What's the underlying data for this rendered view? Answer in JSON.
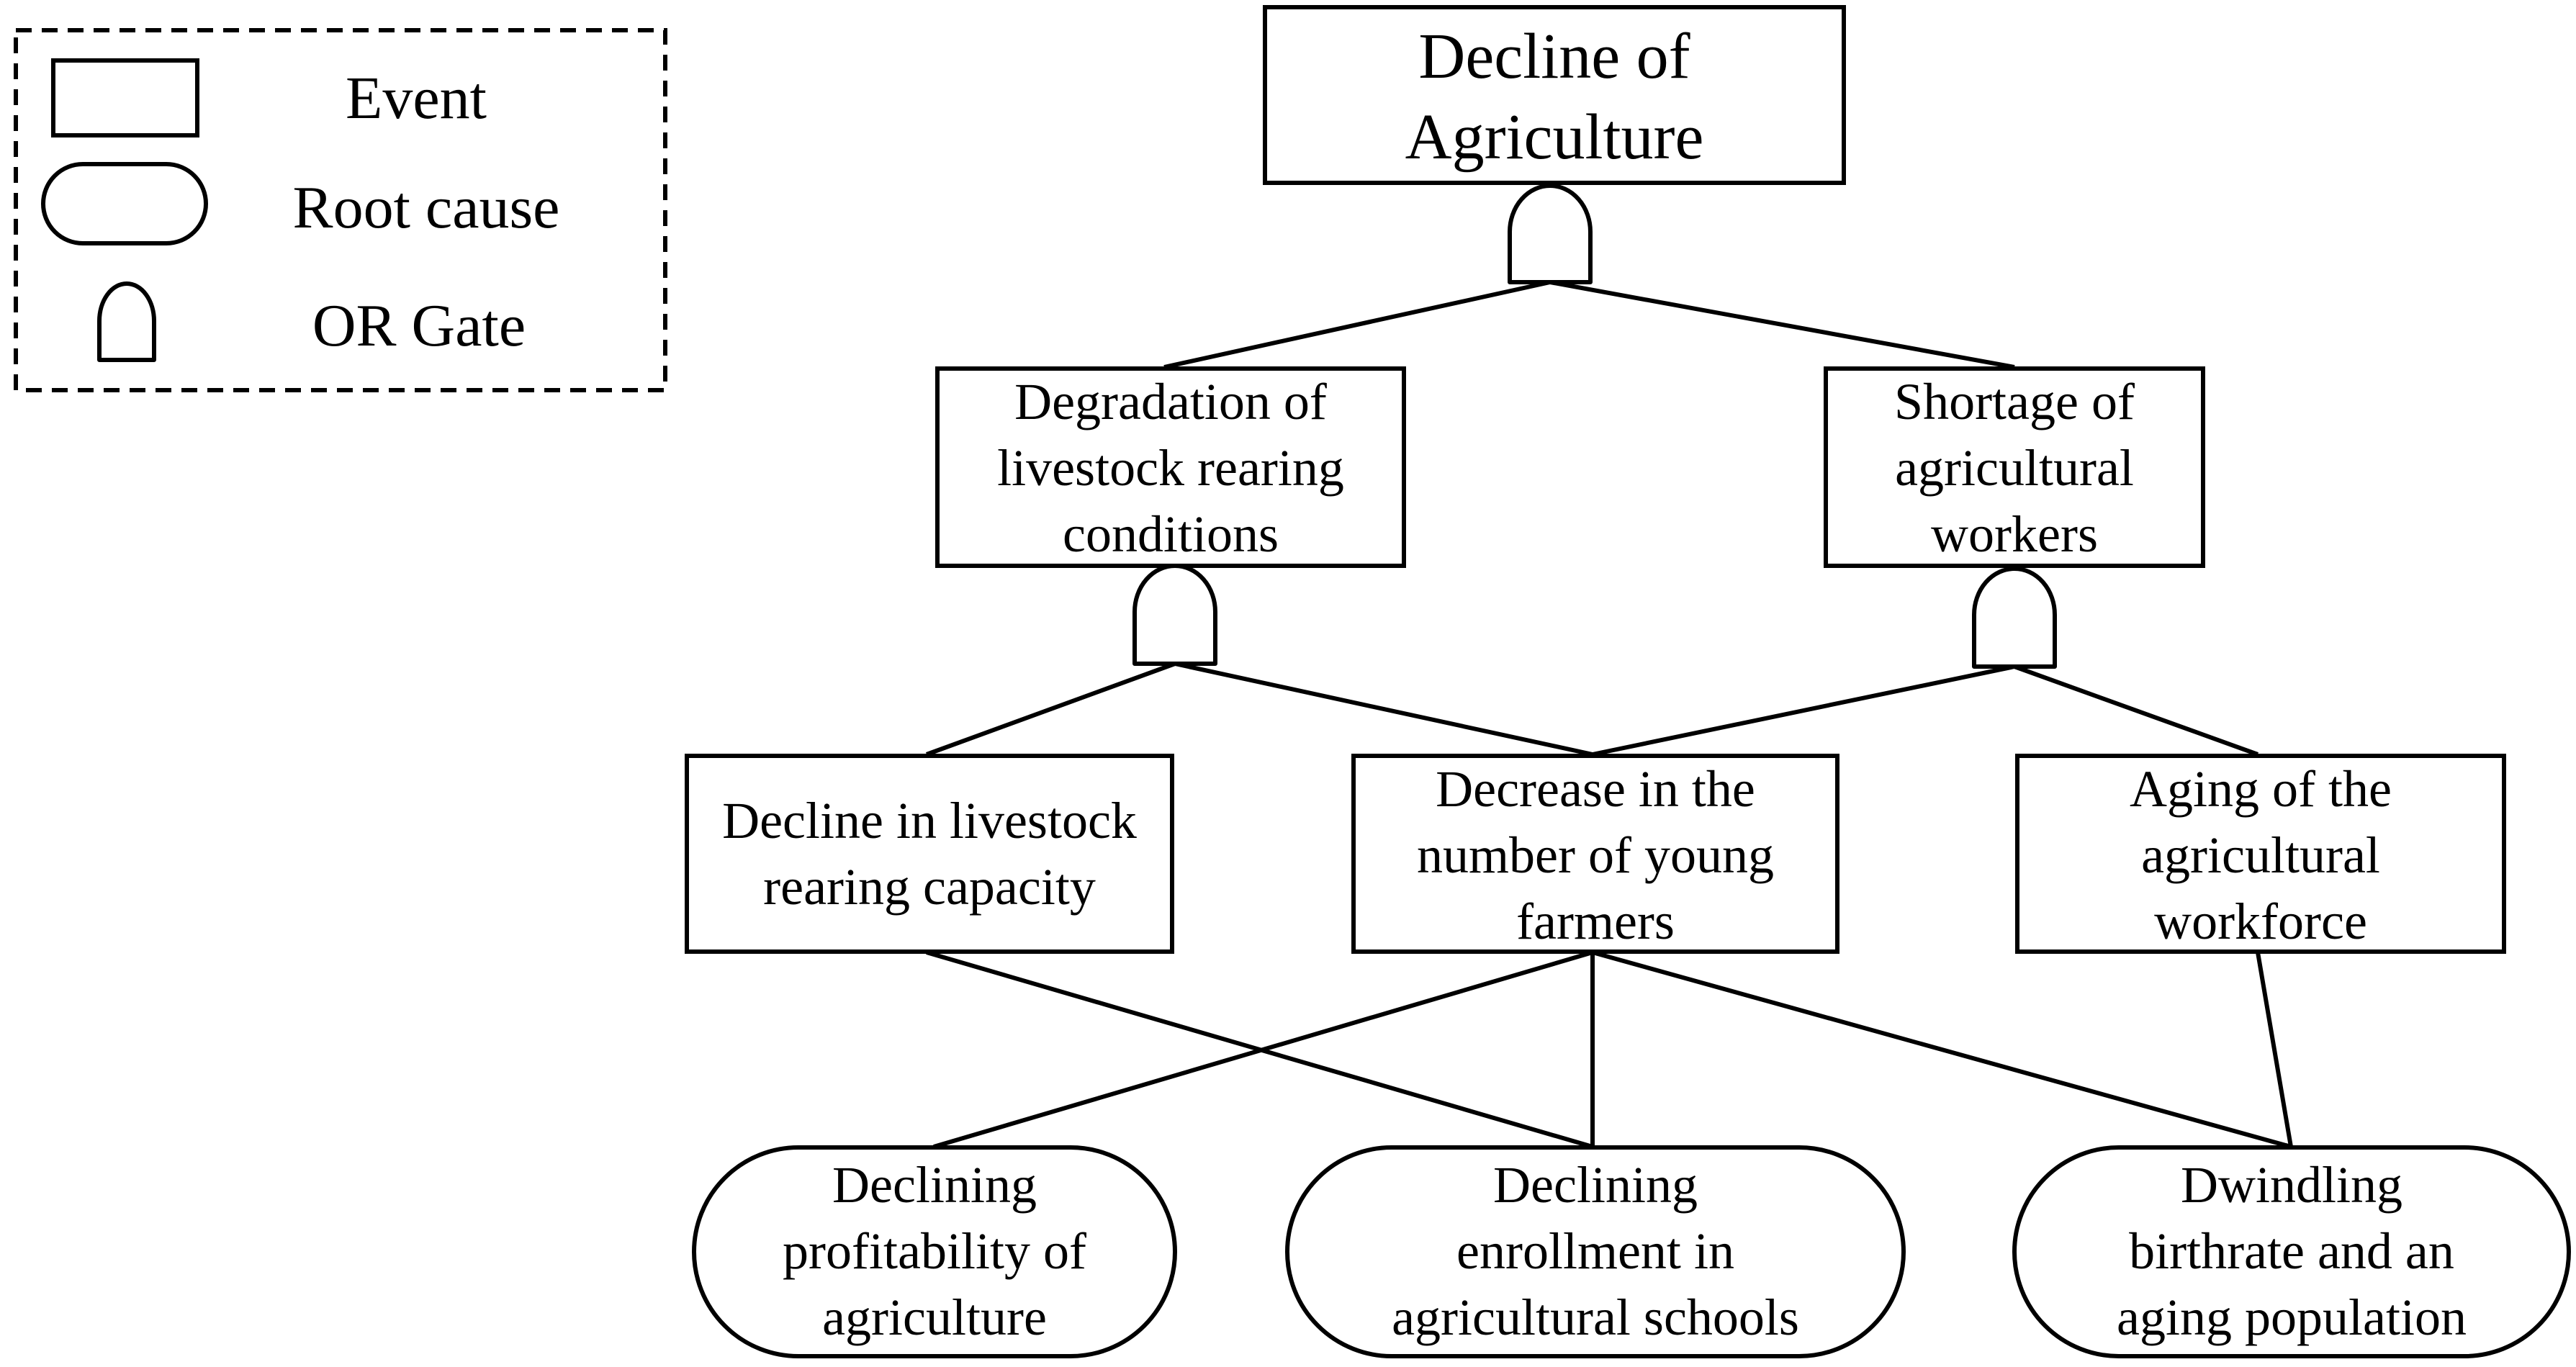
{
  "legend": {
    "event_label": "Event",
    "root_cause_label": "Root cause",
    "or_gate_label": "OR Gate"
  },
  "nodes": {
    "top": {
      "line1": "Decline of",
      "line2": "Agriculture"
    },
    "degradation": {
      "line1": "Degradation of",
      "line2": "livestock rearing",
      "line3": "conditions"
    },
    "shortage": {
      "line1": "Shortage of",
      "line2": "agricultural",
      "line3": "workers"
    },
    "decline_capacity": {
      "line1": "Decline in livestock",
      "line2": "rearing capacity"
    },
    "decrease_young": {
      "line1": "Decrease in the",
      "line2": "number of young",
      "line3": "farmers"
    },
    "aging_workforce": {
      "line1": "Aging of the",
      "line2": "agricultural",
      "line3": "workforce"
    },
    "profitability": {
      "line1": "Declining",
      "line2": "profitability of",
      "line3": "agriculture"
    },
    "enrollment": {
      "line1": "Declining",
      "line2": "enrollment in",
      "line3": "agricultural schools"
    },
    "birthrate": {
      "line1": "Dwindling",
      "line2": "birthrate and an",
      "line3": "aging population"
    }
  }
}
